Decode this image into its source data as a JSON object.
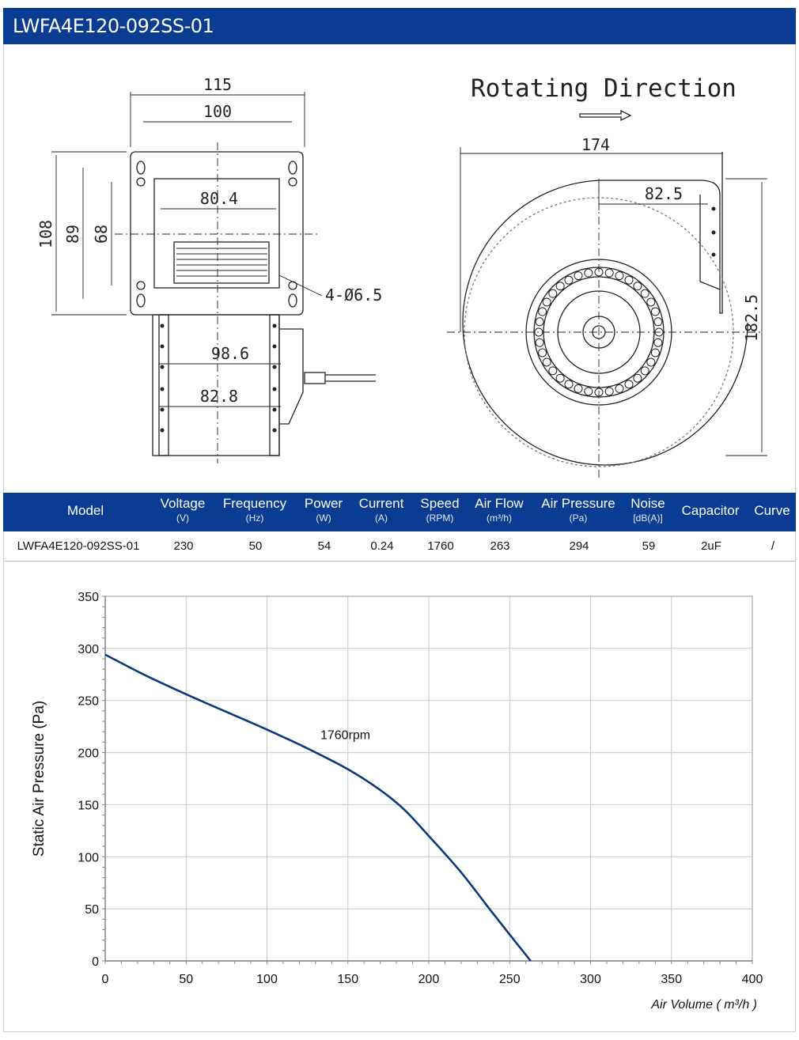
{
  "header": {
    "title": "LWFA4E120-092SS-01"
  },
  "drawing": {
    "rotating_title": "Rotating Direction",
    "dims": {
      "w115": "115",
      "w100": "100",
      "w80_4": "80.4",
      "w98_6": "98.6",
      "w82_8": "82.8",
      "h108": "108",
      "h89": "89",
      "h68": "68",
      "holes": "4-Ø6.5",
      "w174": "174",
      "w82_5": "82.5",
      "h182_5": "182.5"
    }
  },
  "spec_table": {
    "headers": [
      {
        "label": "Model",
        "unit": ""
      },
      {
        "label": "Voltage",
        "unit": "(V)"
      },
      {
        "label": "Frequency",
        "unit": "(Hz)"
      },
      {
        "label": "Power",
        "unit": "(W)"
      },
      {
        "label": "Current",
        "unit": "(A)"
      },
      {
        "label": "Speed",
        "unit": "(RPM)"
      },
      {
        "label": "Air Flow",
        "unit": "(m³/h)"
      },
      {
        "label": "Air Pressure",
        "unit": "(Pa)"
      },
      {
        "label": "Noise",
        "unit": "[dB(A)]"
      },
      {
        "label": "Capacitor",
        "unit": ""
      },
      {
        "label": "Curve",
        "unit": ""
      }
    ],
    "row": [
      "LWFA4E120-092SS-01",
      "230",
      "50",
      "54",
      "0.24",
      "1760",
      "263",
      "294",
      "59",
      "2uF",
      "/"
    ]
  },
  "chart_data": {
    "type": "line",
    "title": "",
    "xlabel": "Air Volume ( m³/h )",
    "ylabel": "Static Air Pressure  (Pa)",
    "xlim": [
      0,
      400
    ],
    "ylim": [
      0,
      350
    ],
    "xticks": [
      0,
      50,
      100,
      150,
      200,
      250,
      300,
      350,
      400
    ],
    "yticks": [
      0,
      50,
      100,
      150,
      200,
      250,
      300,
      350
    ],
    "grid": true,
    "series_color": "#0b3a78",
    "series": [
      {
        "name": "1760rpm",
        "x": [
          0,
          25,
          50,
          75,
          100,
          125,
          150,
          170,
          185,
          200,
          220,
          240,
          263
        ],
        "y": [
          294,
          274,
          256,
          239,
          222,
          204,
          184,
          164,
          145,
          120,
          85,
          45,
          0
        ]
      }
    ],
    "annotation": {
      "text": "1760rpm",
      "x": 133,
      "y": 213
    }
  }
}
